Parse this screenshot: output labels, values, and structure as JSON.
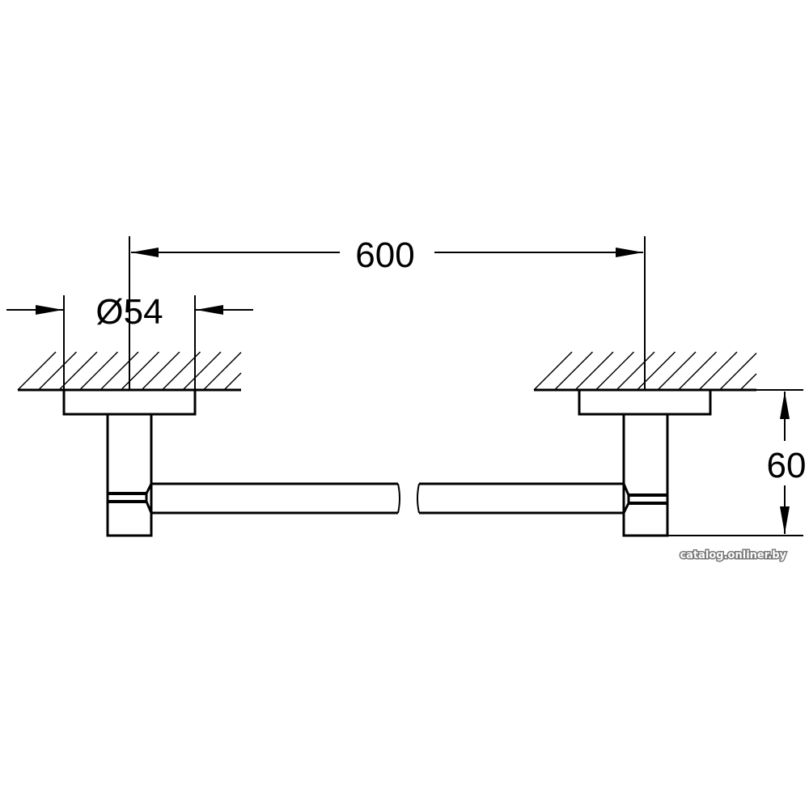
{
  "drawing": {
    "dimension_length": "600",
    "dimension_diameter": "Ø54",
    "dimension_projection": "60",
    "watermark": "catalog.onliner.by",
    "line_color": "#000000"
  }
}
